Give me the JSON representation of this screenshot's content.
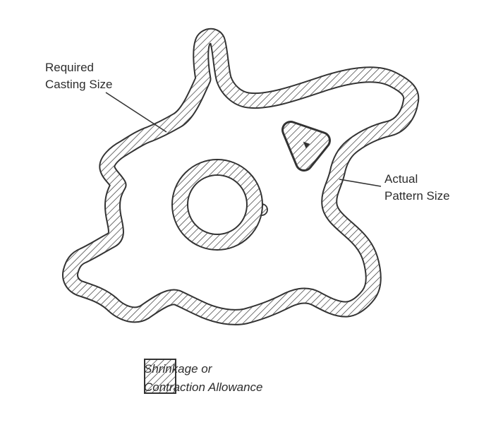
{
  "labels": {
    "required": {
      "line1": "Required",
      "line2": "Casting Size"
    },
    "actual": {
      "line1": "Actual",
      "line2": "Pattern Size"
    }
  },
  "legend": {
    "line1": "Shrinkage or",
    "line2": "Contraction Allowance"
  },
  "colors": {
    "line": "#333333",
    "hatch": "#333333",
    "background": "#ffffff",
    "text": "#2d2d2d"
  }
}
